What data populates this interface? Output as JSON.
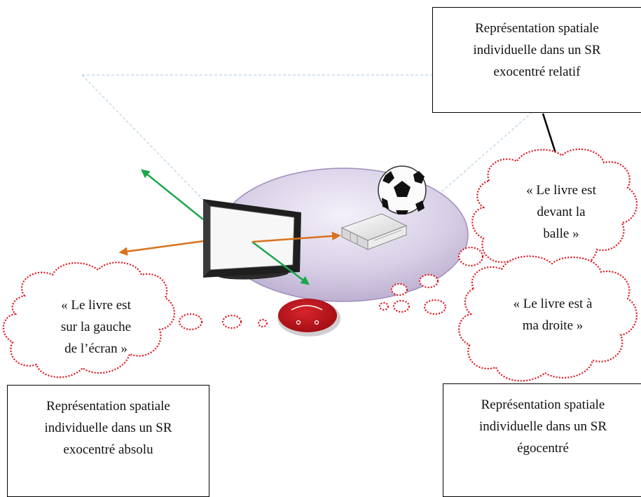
{
  "boxes": {
    "top_right": {
      "lines": [
        "Représentation spatiale",
        "individuelle dans un SR",
        "exocentré relatif"
      ]
    },
    "bottom_left": {
      "lines": [
        "Représentation spatiale",
        "individuelle dans un SR",
        "exocentré absolu"
      ]
    },
    "bottom_right": {
      "lines": [
        "Représentation spatiale",
        "individuelle dans un SR",
        "égocentré"
      ]
    }
  },
  "thoughts": {
    "left": {
      "lines": [
        "« Le livre est",
        "sur la gauche",
        "de l’écran »"
      ]
    },
    "right_top": {
      "lines": [
        "« Le livre est",
        "devant la",
        "balle »"
      ]
    },
    "right_bottom": {
      "lines": [
        "« Le livre est à",
        "ma droite »"
      ]
    }
  },
  "colors": {
    "green_arrow": "#1aa84a",
    "orange_arrow": "#d8721c",
    "cloud_outline": "#e0121a",
    "disc": "#c9bedd",
    "face": "#c0121a",
    "dashed_lines": "#a9c7e3"
  },
  "icons": [
    "monitor-icon",
    "book-icon",
    "soccer-ball-icon",
    "face-token-icon"
  ]
}
